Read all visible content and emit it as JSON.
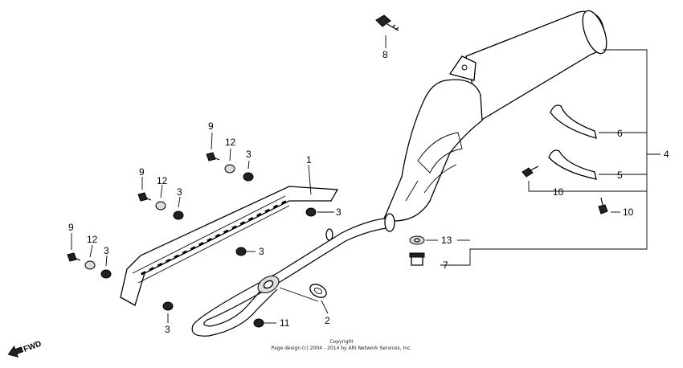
{
  "parts": [
    {
      "id": "p1",
      "label": "1"
    },
    {
      "id": "p2",
      "label": "2"
    },
    {
      "id": "p3a",
      "label": "3"
    },
    {
      "id": "p3b",
      "label": "3"
    },
    {
      "id": "p3c",
      "label": "3"
    },
    {
      "id": "p3d",
      "label": "3"
    },
    {
      "id": "p3e",
      "label": "3"
    },
    {
      "id": "p3f",
      "label": "3"
    },
    {
      "id": "p4",
      "label": "4"
    },
    {
      "id": "p5",
      "label": "5"
    },
    {
      "id": "p6",
      "label": "6"
    },
    {
      "id": "p7",
      "label": "7"
    },
    {
      "id": "p8",
      "label": "8"
    },
    {
      "id": "p9a",
      "label": "9"
    },
    {
      "id": "p9b",
      "label": "9"
    },
    {
      "id": "p9c",
      "label": "9"
    },
    {
      "id": "p10a",
      "label": "10"
    },
    {
      "id": "p10b",
      "label": "10"
    },
    {
      "id": "p11",
      "label": "11"
    },
    {
      "id": "p12a",
      "label": "12"
    },
    {
      "id": "p12b",
      "label": "12"
    },
    {
      "id": "p12c",
      "label": "12"
    },
    {
      "id": "p13",
      "label": "13"
    }
  ],
  "fwd_label": "FWD",
  "copyright_line1": "Copyright",
  "copyright_line2": "Page design (c) 2004 - 2014 by ARI Network Services, Inc."
}
